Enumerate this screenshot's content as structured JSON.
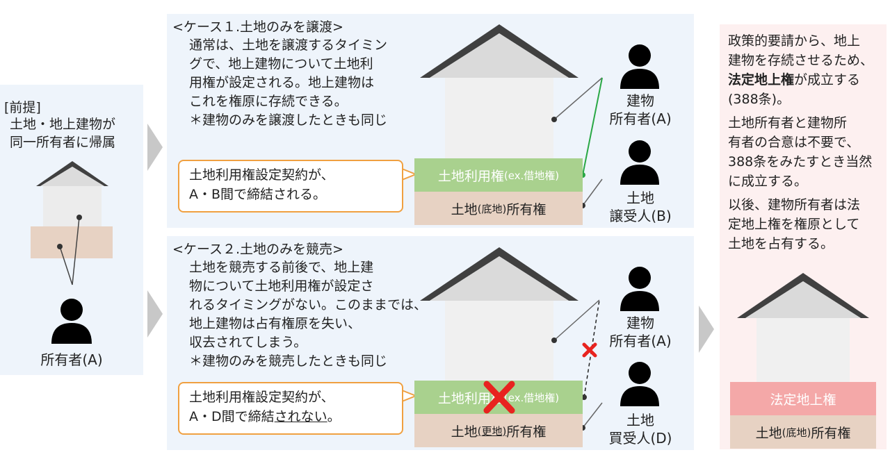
{
  "left": {
    "premise_title": "[前提]",
    "premise_lines": [
      "土地・地上建物が",
      "同一所有者に帰属"
    ],
    "owner_label": "所有者(A)"
  },
  "case1": {
    "title": "<ケース１.土地のみを譲渡>",
    "lines": [
      "通常は、土地を譲渡するタイミン",
      "グで、地上建物について土地利",
      "用権が設定される。地上建物は",
      "これを権原に存続できる。",
      "＊建物のみを譲渡したときも同じ"
    ],
    "callout_lines": [
      "土地利用権設定契約が、",
      "A・B間で締結される。"
    ],
    "green_bar_main": "土地利用権",
    "green_bar_sub": "(ex.借地権)",
    "tan_bar_pre": "土地",
    "tan_bar_sub": "(底地)",
    "tan_bar_post": "所有権",
    "building_owner_lines": [
      "建物",
      "所有者(A)"
    ],
    "land_person_lines": [
      "土地",
      "譲受人(B)"
    ]
  },
  "case2": {
    "title": "<ケース２.土地のみを競売>",
    "lines": [
      "土地を競売する前後で、地上建",
      "物について土地利用権が設定さ",
      "れるタイミングがない。このままでは、",
      "地上建物は占有権原を失い、",
      "収去されてしまう。",
      "＊建物のみを競売したときも同じ"
    ],
    "callout_line1": "土地利用権設定契約が、",
    "callout_line2_pre": "A・D間で締結",
    "callout_line2_ul": "されない",
    "callout_line2_post": "。",
    "green_bar_main": "土地利用",
    "green_bar_sub": "(ex.借地権)",
    "green_bar_mid": "権",
    "tan_bar_pre": "土地",
    "tan_bar_sub": "(更地)",
    "tan_bar_post": "所有権",
    "building_owner_lines": [
      "建物",
      "所有者(A)"
    ],
    "land_person_lines": [
      "土地",
      "買受人(D)"
    ]
  },
  "right": {
    "lines": [
      "政策的要請から、地上",
      "建物を存続させるため、"
    ],
    "bold_text": "法定地上権",
    "bold_suffix": "が成立する",
    "lines2": [
      "(388条)。",
      "土地所有者と建物所",
      "有者の合意は不要で、",
      "388条をみたすとき当然",
      "に成立する。",
      "以後、建物所有者は法",
      "定地上権を権原として",
      "土地を占有する。"
    ],
    "pink_bar": "法定地上権",
    "tan_bar_pre": "土地",
    "tan_bar_sub": "(底地)",
    "tan_bar_post": "所有権"
  },
  "colors": {
    "panel_blue": "#eef4fb",
    "panel_pink": "#fdf0f0",
    "green": "#a9d18e",
    "tan": "#e7d2c3",
    "pink": "#f4a8a8",
    "callout_border": "#f0a040",
    "cross": "#e8231f",
    "roof": "#404040"
  }
}
